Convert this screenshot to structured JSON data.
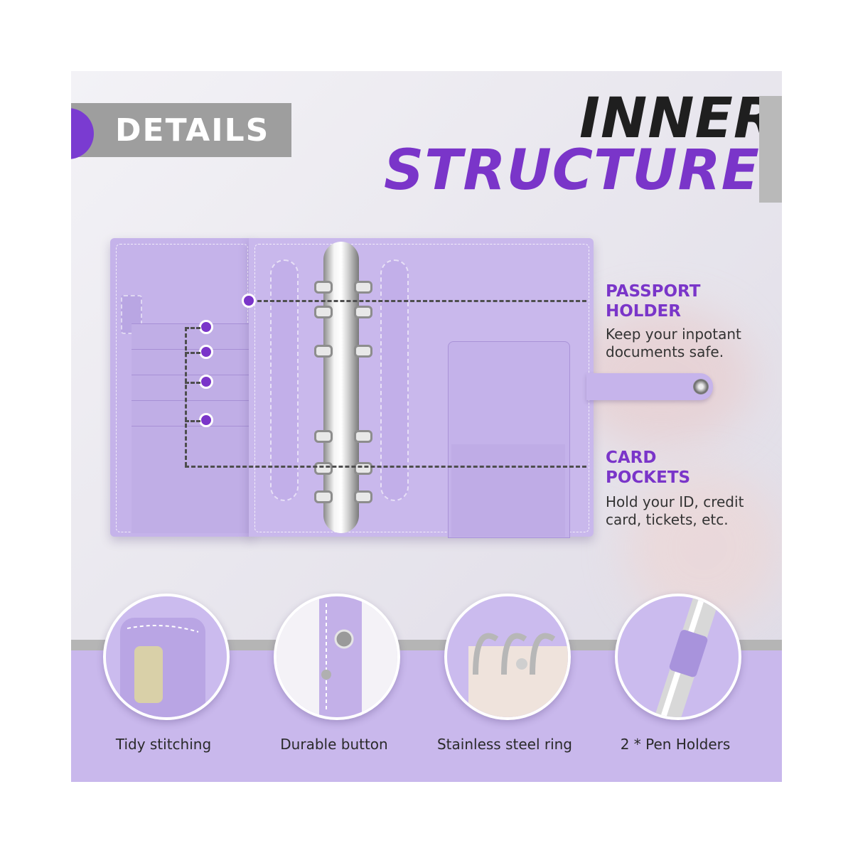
{
  "badge": {
    "text": "DETAILS"
  },
  "title": {
    "line1": "INNER",
    "line2": "STRUCTURE"
  },
  "callouts": [
    {
      "title_line1": "PASSPORT",
      "title_line2": "HOLDER",
      "desc_line1": "Keep your inpotant",
      "desc_line2": "documents safe."
    },
    {
      "title_line1": "CARD",
      "title_line2": "POCKETS",
      "desc_line1": "Hold your ID, credit",
      "desc_line2": "card, tickets, etc."
    }
  ],
  "features": [
    {
      "caption": "Tidy stitching",
      "icon": "stitching-closeup-image"
    },
    {
      "caption": "Durable button",
      "icon": "snap-button-closeup-image"
    },
    {
      "caption": "Stainless steel ring",
      "icon": "steel-ring-closeup-image"
    },
    {
      "caption": "2 * Pen Holders",
      "icon": "pen-holder-closeup-image"
    }
  ],
  "colors": {
    "accent": "#7a35c9",
    "binder": "#c9b8ec",
    "band": "#c9b8ec"
  }
}
